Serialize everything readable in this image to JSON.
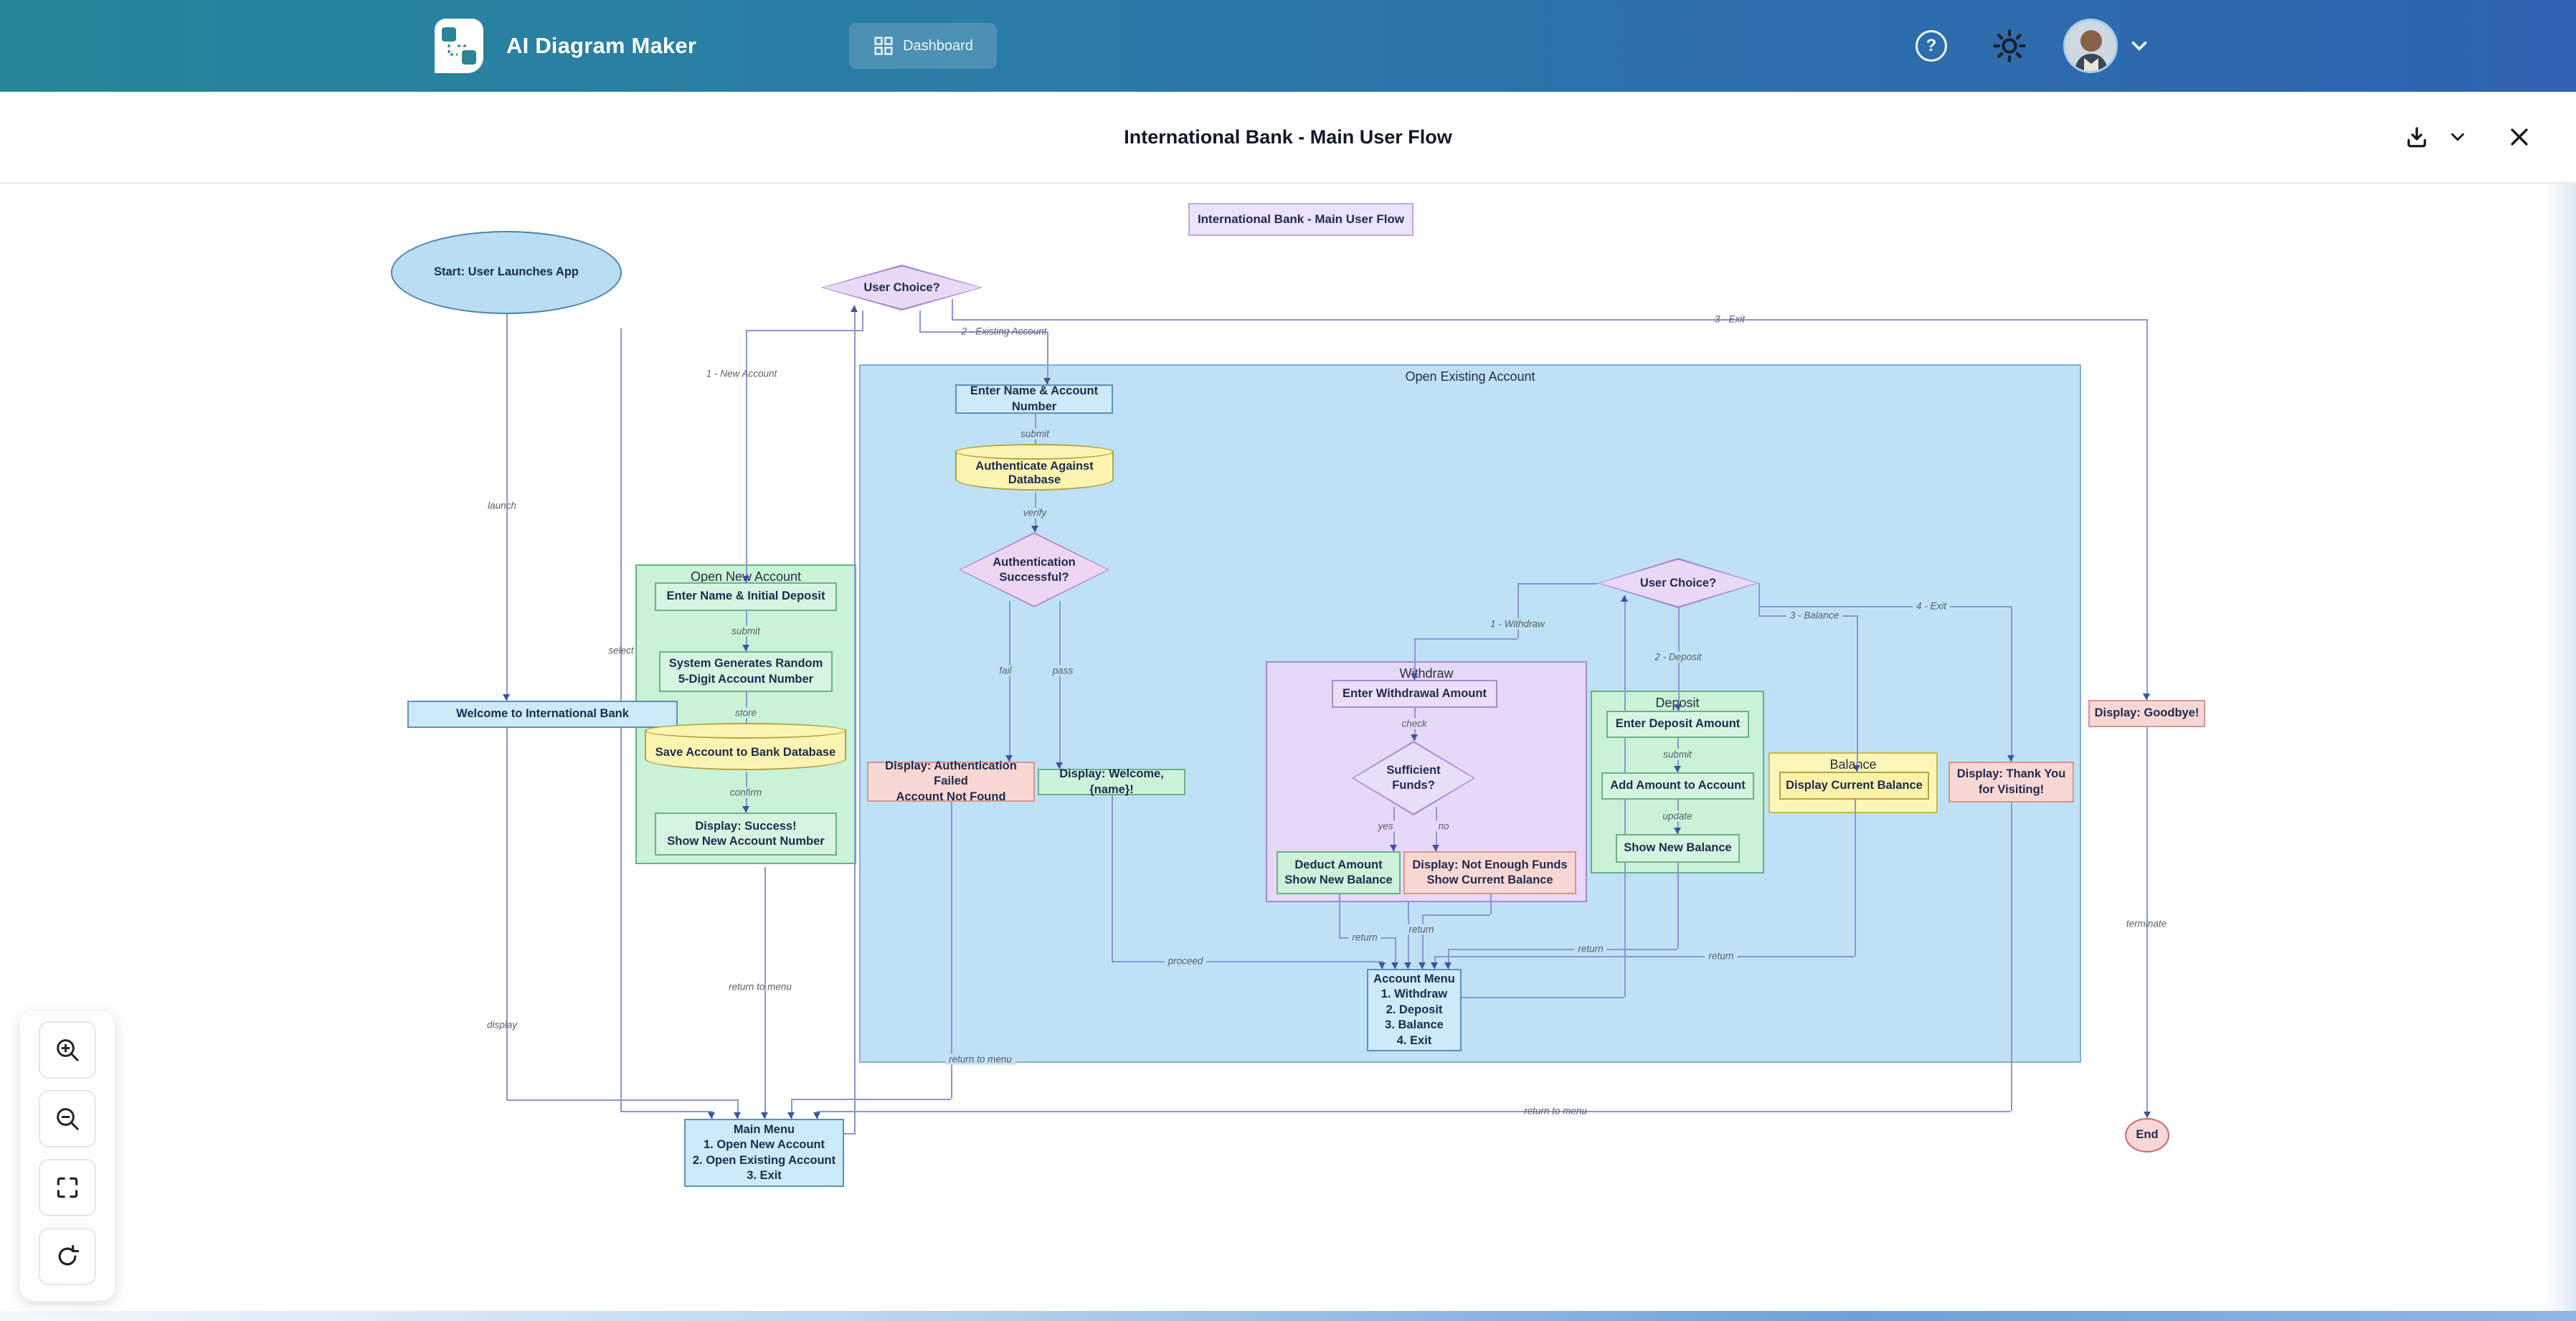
{
  "header": {
    "app_name": "AI Diagram Maker",
    "dashboard": "Dashboard"
  },
  "icons": {
    "help": "?"
  },
  "titlebar": {
    "title": "International Bank - Main User Flow"
  },
  "diagram": {
    "flow_title": "International Bank - Main User Flow",
    "subgraphs": {
      "open_new": "Open New Account",
      "open_existing": "Open Existing Account",
      "withdraw": "Withdraw",
      "deposit": "Deposit",
      "balance": "Balance"
    },
    "nodes": {
      "start": "Start: User Launches App",
      "user_choice": "User Choice?",
      "welcome_bank": "Welcome to International Bank",
      "main_menu": [
        "Main Menu",
        "1. Open New Account",
        "2. Open Existing Account",
        "3. Exit"
      ],
      "enter_name_deposit": "Enter Name & Initial Deposit",
      "system_generates": [
        "System Generates Random",
        "5-Digit Account Number"
      ],
      "save_account": "Save Account to Bank Database",
      "display_success": [
        "Display: Success!",
        "Show New Account Number"
      ],
      "enter_name_account": "Enter Name & Account Number",
      "authenticate": "Authenticate Against Database",
      "auth_successful": [
        "Authentication",
        "Successful?"
      ],
      "auth_failed": [
        "Display: Authentication Failed",
        "Account Not Found"
      ],
      "welcome_name": "Display: Welcome, {name}!",
      "account_menu": [
        "Account Menu",
        "1. Withdraw",
        "2. Deposit",
        "3. Balance",
        "4. Exit"
      ],
      "enter_withdrawal": "Enter Withdrawal Amount",
      "sufficient_funds": [
        "Sufficient",
        "Funds?"
      ],
      "deduct": [
        "Deduct Amount",
        "Show New Balance"
      ],
      "not_enough": [
        "Display: Not Enough Funds",
        "Show Current Balance"
      ],
      "enter_deposit": "Enter Deposit Amount",
      "add_amount": "Add Amount to Account",
      "show_new_balance": "Show New Balance",
      "display_balance": "Display Current Balance",
      "thank_you": [
        "Display: Thank You",
        "for Visiting!"
      ],
      "goodbye": "Display: Goodbye!",
      "end": "End"
    },
    "edges": {
      "launch": "launch",
      "display": "display",
      "select": "select",
      "new_account": "1 - New Account",
      "existing_account": "2 - Existing Account",
      "exit3": "3 - Exit",
      "submit": "submit",
      "store": "store",
      "confirm": "confirm",
      "verify": "verify",
      "fail": "fail",
      "pass": "pass",
      "proceed": "proceed",
      "return_to_menu": "return to menu",
      "return": "return",
      "withdraw1": "1 - Withdraw",
      "deposit2": "2 - Deposit",
      "balance3": "3 - Balance",
      "exit4": "4 - Exit",
      "check": "check",
      "yes": "yes",
      "no": "no",
      "update": "update",
      "terminate": "terminate"
    }
  }
}
